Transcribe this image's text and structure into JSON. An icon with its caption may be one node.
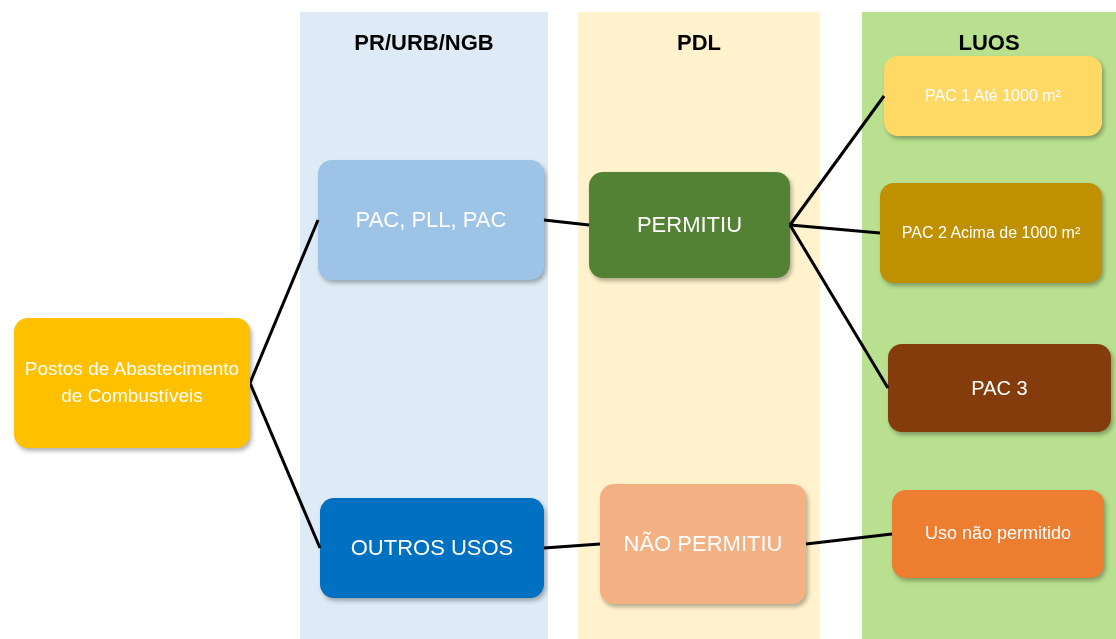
{
  "diagram": {
    "nodes": [
      {
        "text": [
          "Postos de Abastecimento de Combustíveis"
        ]
      },
      {
        "text": [
          "PR/URB/NGB"
        ]
      },
      {
        "text": [
          "PAC, PLL, PAC"
        ],
        "in": 1
      },
      {
        "text": [
          "OUTROS USOS"
        ],
        "in": 1
      },
      {
        "text": [
          "PDL"
        ]
      },
      {
        "text": [
          "PERMITIU"
        ],
        "in": 4
      },
      {
        "text": [
          "NÃO PERMITIU"
        ],
        "in": 4
      },
      {
        "text": [
          "LUOS"
        ]
      },
      {
        "text": [
          "PAC 1 Até 1000 m²"
        ],
        "in": 7
      },
      {
        "text": [
          "PAC 2 Acima de 1000 m²"
        ],
        "in": 7
      },
      {
        "text": [
          "PAC 3"
        ],
        "in": 7
      },
      {
        "text": [
          "Uso não permitido"
        ],
        "in": 7
      }
    ],
    "edges": [
      {
        "from": 0,
        "to": 2,
        "arrow": "none"
      },
      {
        "from": 0,
        "to": 3,
        "arrow": "none"
      },
      {
        "from": 2,
        "to": 5,
        "arrow": "none"
      },
      {
        "from": 5,
        "to": 8,
        "arrow": "none"
      },
      {
        "from": 5,
        "to": 9,
        "arrow": "none"
      },
      {
        "from": 5,
        "to": 10,
        "arrow": "none"
      },
      {
        "from": 3,
        "to": 6,
        "arrow": "none"
      },
      {
        "from": 6,
        "to": 11,
        "arrow": "none"
      }
    ]
  }
}
